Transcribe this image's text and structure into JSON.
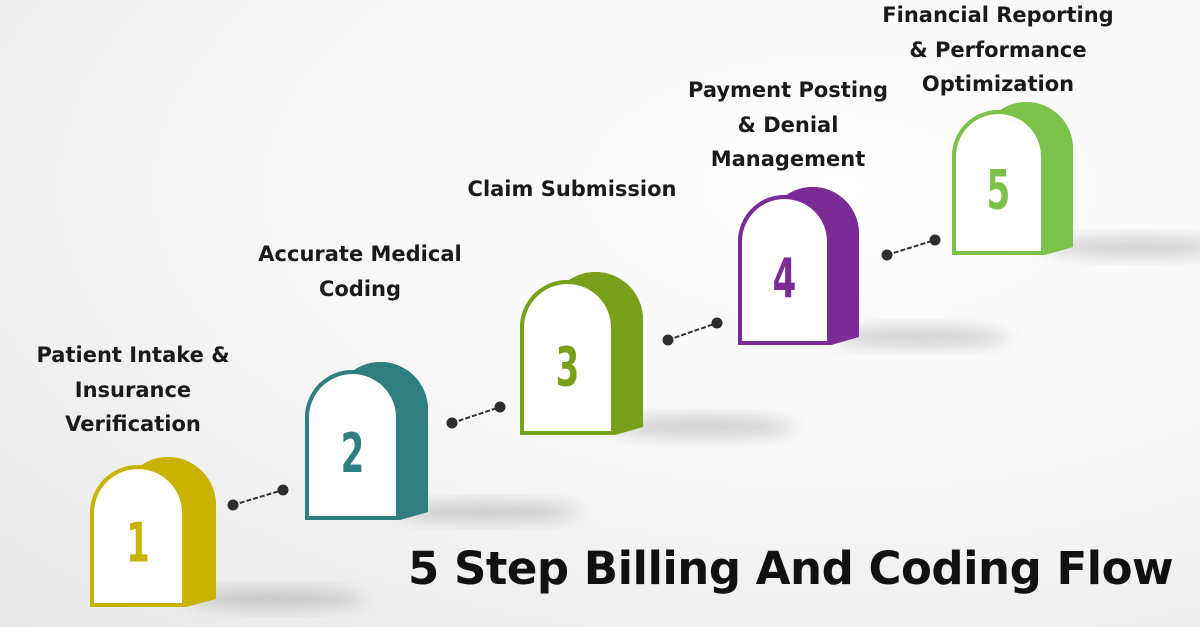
{
  "title": "5 Step Billing And Coding Flow",
  "steps": [
    {
      "number": "1",
      "label_lines": [
        "Patient Intake &",
        "Insurance",
        "Verification"
      ],
      "color": "#c8b400"
    },
    {
      "number": "2",
      "label_lines": [
        "Accurate Medical",
        "Coding"
      ],
      "color": "#2f7f80"
    },
    {
      "number": "3",
      "label_lines": [
        "Claim Submission"
      ],
      "color": "#79a01b"
    },
    {
      "number": "4",
      "label_lines": [
        "Payment Posting",
        "& Denial",
        "Management"
      ],
      "color": "#7b2b95"
    },
    {
      "number": "5",
      "label_lines": [
        "Financial Reporting",
        "& Performance",
        "Optimization"
      ],
      "color": "#7cc24a"
    }
  ]
}
